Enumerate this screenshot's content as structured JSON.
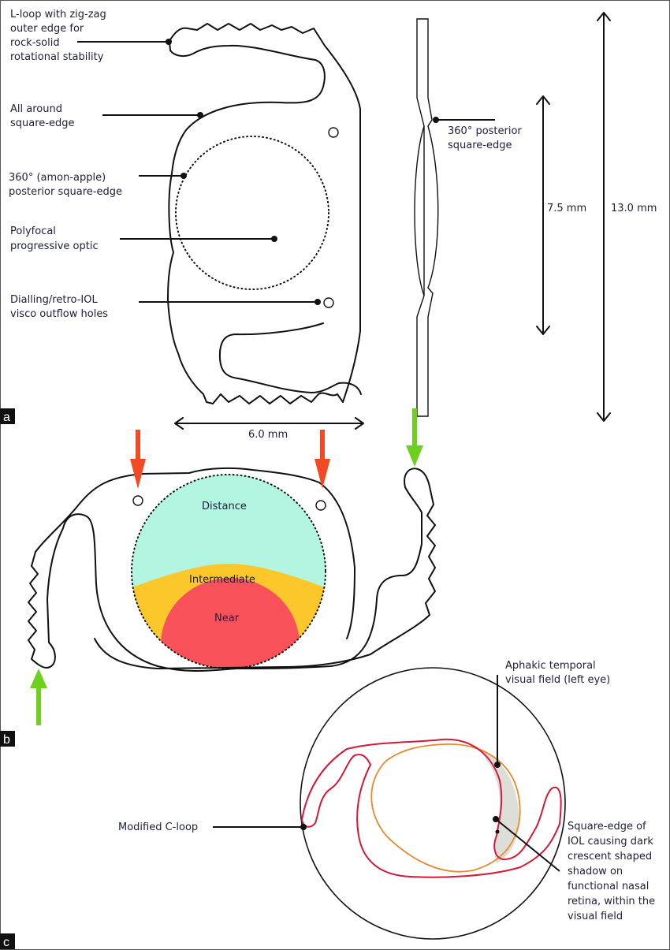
{
  "figure": {
    "panels": [
      {
        "tag": "a"
      },
      {
        "tag": "b"
      },
      {
        "tag": "c"
      }
    ],
    "panel_a": {
      "labels": {
        "l_loop": [
          "L-loop with zig-zag",
          "outer edge for",
          "rock-solid",
          "rotational stability"
        ],
        "square_edge": [
          "All around",
          "square-edge"
        ],
        "posterior_edge": [
          "360° (amon-apple)",
          "posterior square-edge"
        ],
        "optic": [
          "Polyfocal",
          "progressive optic"
        ],
        "holes": [
          "Dialling/retro-IOL",
          "visco outflow holes"
        ],
        "side_edge": [
          "360° posterior",
          "square-edge"
        ]
      },
      "dimensions": {
        "optic_diameter": "7.5 mm",
        "overall_length": "13.0 mm",
        "width": "6.0 mm"
      }
    },
    "panel_b": {
      "zones": {
        "distance": "Distance",
        "intermediate": "Intermediate",
        "near": "Near"
      },
      "zone_colors": {
        "distance": "#b2f5e0",
        "intermediate": "#fcc72a",
        "near": "#f9515a"
      },
      "arrow_colors": {
        "red": "#f24a24",
        "green": "#6cd01c"
      }
    },
    "panel_c": {
      "labels": {
        "aphakic": [
          "Aphakic temporal",
          "visual field (left eye)"
        ],
        "c_loop": [
          "Modified C-loop"
        ],
        "shadow": [
          "Square-edge of",
          "IOL causing dark",
          "crescent shaped",
          "shadow on",
          "functional nasal",
          "retina, within the",
          "visual field"
        ]
      },
      "colors": {
        "haptic": "#d21a3a",
        "optic": "#e8892e",
        "crescent": "#deded8"
      }
    }
  }
}
